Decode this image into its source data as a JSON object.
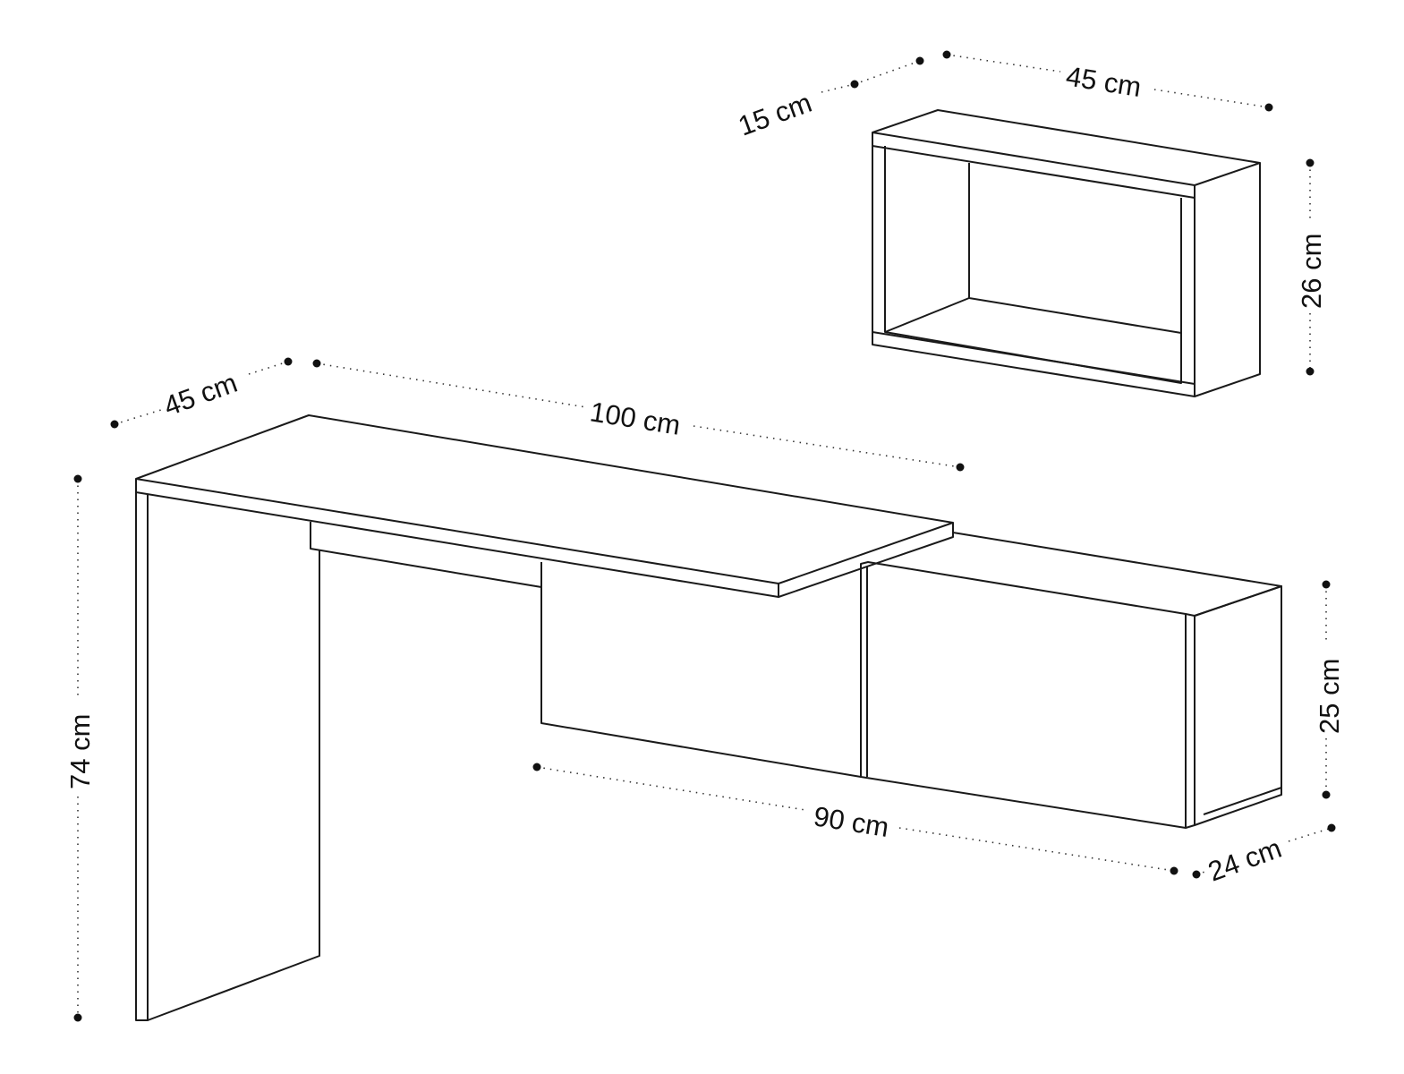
{
  "dimensions": {
    "shelf_depth": "15 cm",
    "shelf_width": "45 cm",
    "shelf_height": "26 cm",
    "desk_depth": "45 cm",
    "desk_width": "100 cm",
    "desk_height": "74 cm",
    "cabinet_height": "25 cm",
    "cabinet_width": "90 cm",
    "cabinet_depth": "24 cm"
  },
  "colors": {
    "line": "#1a1a1a",
    "background": "#ffffff"
  }
}
